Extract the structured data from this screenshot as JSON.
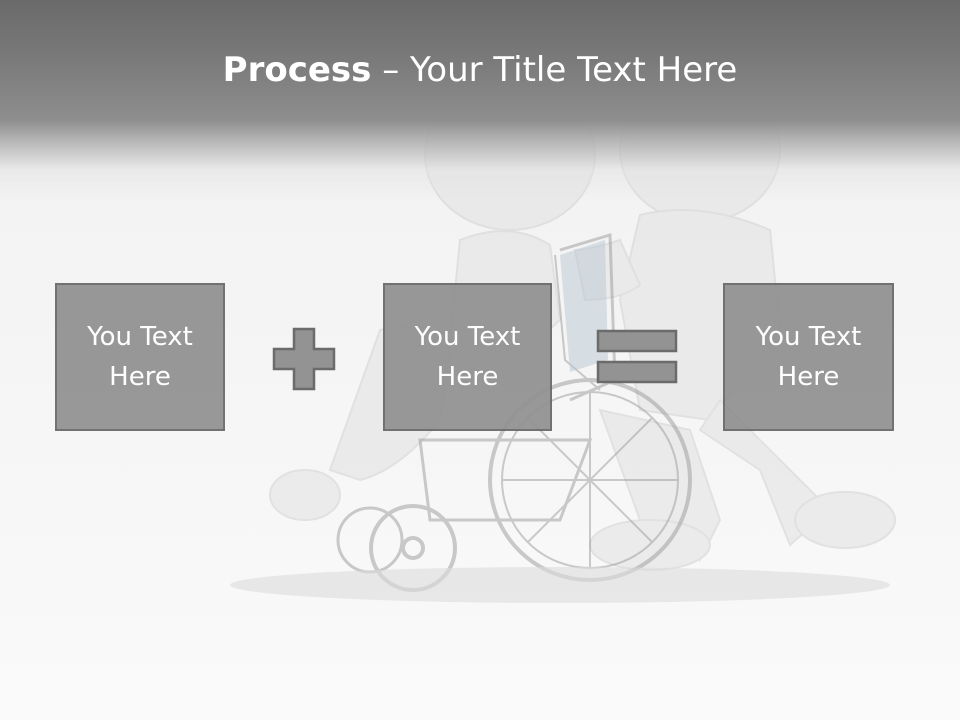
{
  "title": {
    "bold": "Process",
    "separator": " – ",
    "rest": "Your Title Text Here"
  },
  "boxes": [
    {
      "text": "You Text Here"
    },
    {
      "text": "You Text Here"
    },
    {
      "text": "You Text Here"
    }
  ],
  "operators": [
    "plus-icon",
    "equals-icon"
  ],
  "colors": {
    "header": "#7a7a7a",
    "box_fill": "#939393",
    "box_border": "#6b6b6b",
    "text": "#ffffff"
  }
}
